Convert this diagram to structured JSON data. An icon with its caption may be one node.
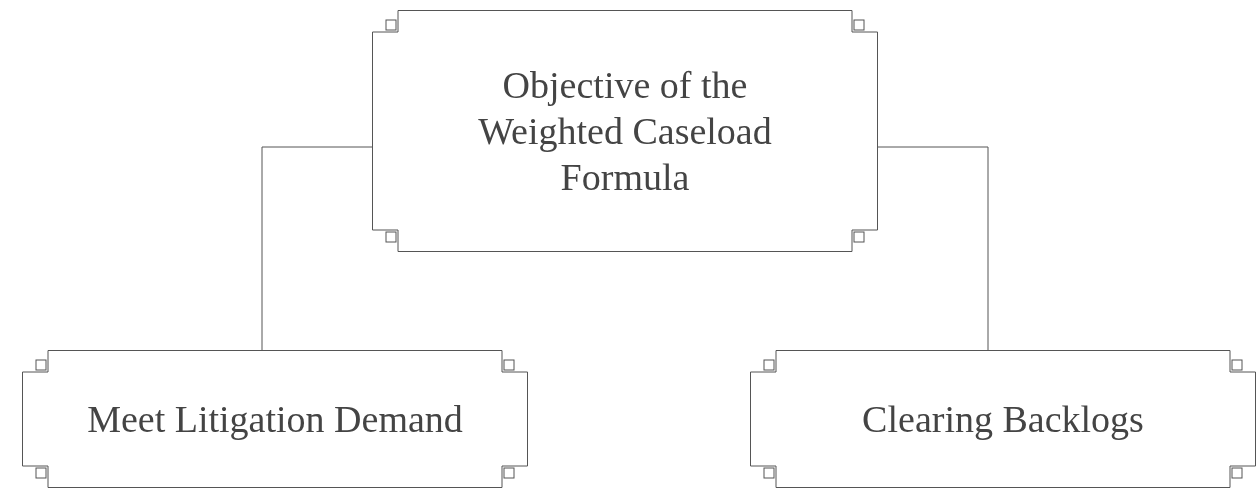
{
  "diagram": {
    "nodes": [
      {
        "text": [
          "Objective of the Weighted Caseload Formula"
        ]
      },
      {
        "text": [
          "Meet Litigation Demand"
        ]
      },
      {
        "text": [
          "Clearing Backlogs"
        ]
      }
    ],
    "edges": [
      {
        "from": 0,
        "to": 1,
        "arrow": "none"
      },
      {
        "from": 0,
        "to": 2,
        "arrow": "none"
      }
    ]
  }
}
